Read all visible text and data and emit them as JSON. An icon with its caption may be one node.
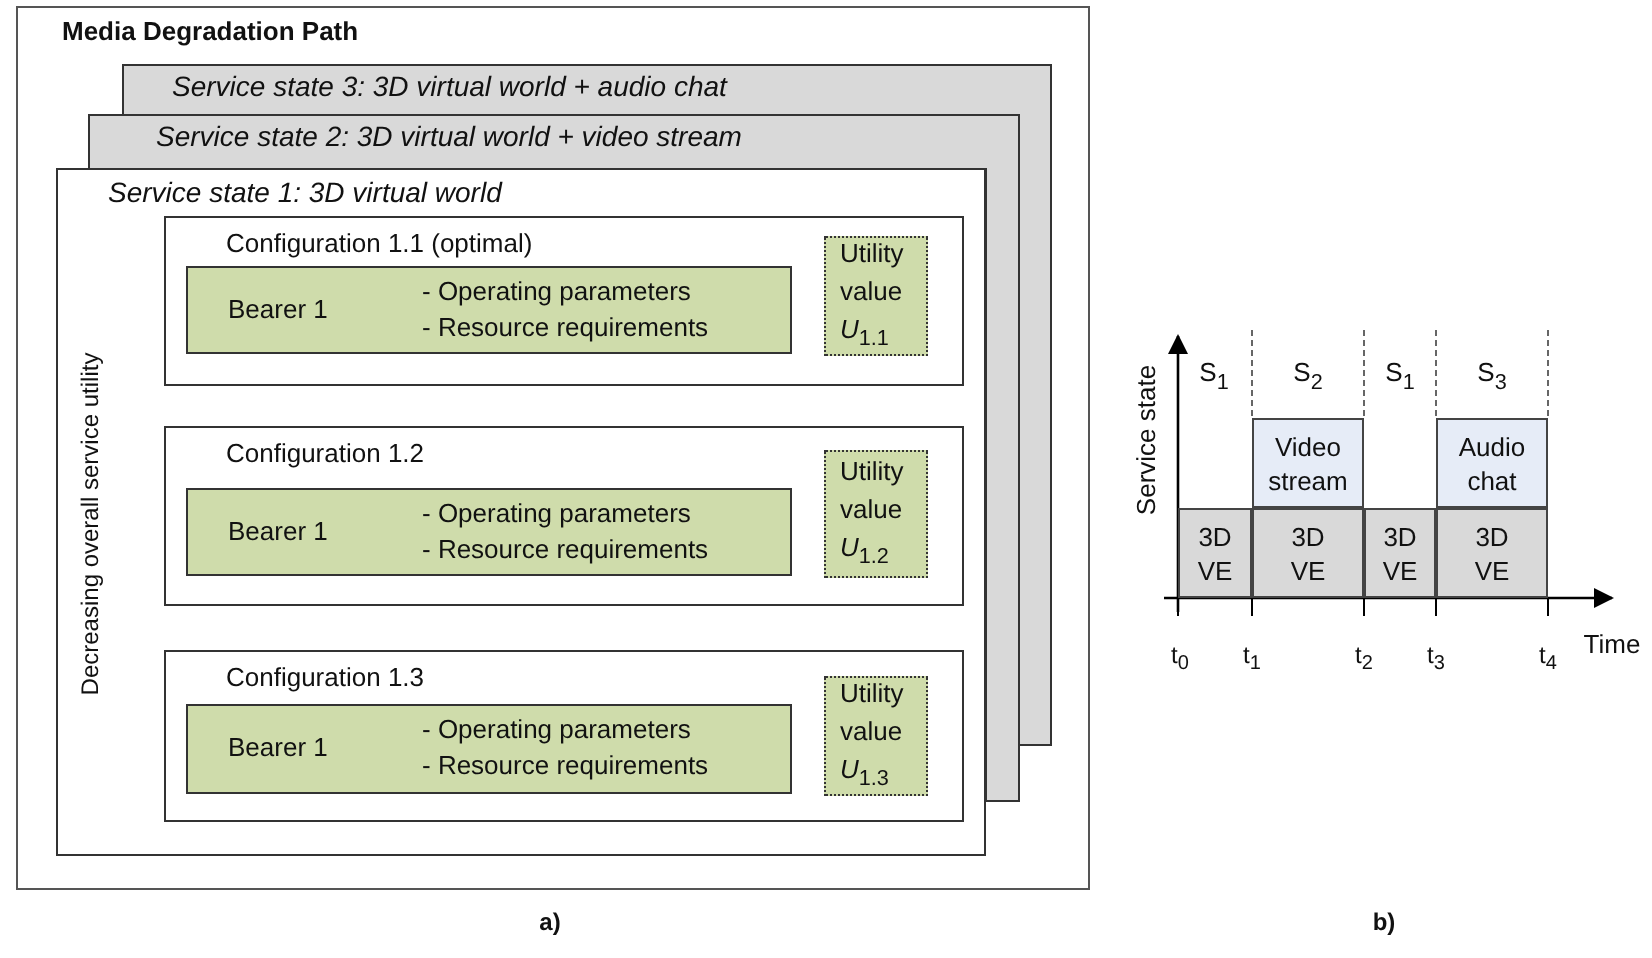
{
  "diagram": {
    "nodes": [
      {
        "text": [
          "Media Degradation Path"
        ]
      },
      {
        "text": [
          "Service state 3: 3D virtual world + audio chat"
        ],
        "in": 0
      },
      {
        "text": [
          "Service state 2: 3D virtual world + video stream"
        ],
        "in": 0
      },
      {
        "text": [
          "Service state 1: 3D virtual world"
        ],
        "in": 0
      },
      {
        "text": [
          "Configuration 1.1 (optimal)"
        ],
        "in": 3
      },
      {
        "text": [
          "Bearer 1",
          "- Operating parameters",
          "- Resource requirements"
        ],
        "in": 4
      },
      {
        "text": [
          "Utility value *U*$_{1.1}$"
        ],
        "in": 4
      },
      {
        "text": [
          "Configuration 1.2"
        ],
        "in": 3
      },
      {
        "text": [
          "Bearer 1",
          "- Operating parameters",
          "- Resource requirements"
        ],
        "in": 7
      },
      {
        "text": [
          "Utility value *U*$_{1.2}$"
        ],
        "in": 7
      },
      {
        "text": [
          "Configuration 1.3"
        ],
        "in": 3
      },
      {
        "text": [
          "Bearer 1",
          "- Operating parameters",
          "- Resource requirements"
        ],
        "in": 10
      },
      {
        "text": [
          "Utility value *U*$_{1.3}$"
        ],
        "in": 10
      },
      {
        "text": [
          "3D VE"
        ]
      },
      {
        "text": [
          "3D VE"
        ]
      },
      {
        "text": [
          "3D VE"
        ]
      },
      {
        "text": [
          "3D VE"
        ]
      },
      {
        "text": [
          "Video stream"
        ]
      },
      {
        "text": [
          "Audio chat"
        ]
      }
    ],
    "labels": [
      "Decreasing overall service utility",
      "a)",
      "Service state",
      "S$_{1}$",
      "S$_{2}$",
      "S$_{1}$",
      "S$_{3}$",
      "t$_{0}$",
      "t$_{1}$",
      "t$_{2}$",
      "t$_{3}$",
      "t$_{4}$",
      "Time",
      "b)"
    ]
  }
}
